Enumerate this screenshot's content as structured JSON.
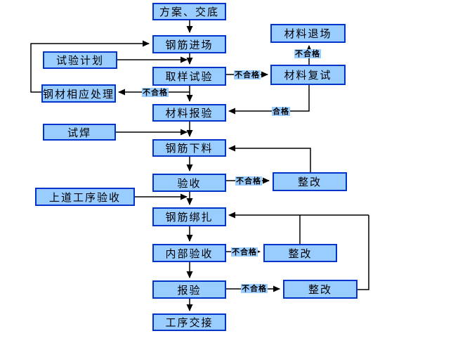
{
  "diagram": {
    "type": "flowchart",
    "description_language": "zh-CN",
    "colors": {
      "node_fill": "#99ccff",
      "node_border": "#0033cc",
      "label_bg": "#99ccff",
      "line": "#000000",
      "background": "#ffffff"
    },
    "nodes": {
      "plan": {
        "label": "方案、交底"
      },
      "rebar_entry": {
        "label": "钢筋进场"
      },
      "sampling_test": {
        "label": "取样试验"
      },
      "material_report": {
        "label": "材料报验"
      },
      "rebar_cutting": {
        "label": "钢筋下料"
      },
      "acceptance": {
        "label": "验收"
      },
      "rebar_binding": {
        "label": "钢筋绑扎"
      },
      "internal_acceptance": {
        "label": "内部验收"
      },
      "inspection_report": {
        "label": "报验"
      },
      "process_handover": {
        "label": "工序交接"
      },
      "test_plan": {
        "label": "试验计划"
      },
      "steel_handling": {
        "label": "钢材相应处理"
      },
      "trial_weld": {
        "label": "试焊"
      },
      "prev_process_acceptance": {
        "label": "上道工序验收"
      },
      "material_exit": {
        "label": "材料退场"
      },
      "material_retest": {
        "label": "材料复试"
      },
      "rectify_1": {
        "label": "整改"
      },
      "rectify_2": {
        "label": "整改"
      },
      "rectify_3": {
        "label": "整改"
      }
    },
    "edge_labels": {
      "sampling_to_retest": "不合格",
      "retest_to_exit": "不合格",
      "retest_to_report": "合格",
      "sampling_to_handling": "不合格",
      "acceptance_to_rectify": "不合格",
      "internal_to_rectify": "不合格",
      "report_to_rectify": "不合格"
    },
    "edges": [
      {
        "from": "plan",
        "to": "rebar_entry"
      },
      {
        "from": "rebar_entry",
        "to": "sampling_test"
      },
      {
        "from": "sampling_test",
        "to": "material_report"
      },
      {
        "from": "material_report",
        "to": "rebar_cutting"
      },
      {
        "from": "rebar_cutting",
        "to": "acceptance"
      },
      {
        "from": "acceptance",
        "to": "rebar_binding"
      },
      {
        "from": "rebar_binding",
        "to": "internal_acceptance"
      },
      {
        "from": "internal_acceptance",
        "to": "inspection_report"
      },
      {
        "from": "inspection_report",
        "to": "process_handover"
      },
      {
        "from": "test_plan",
        "to": "sampling_test"
      },
      {
        "from": "trial_weld",
        "to": "rebar_cutting"
      },
      {
        "from": "prev_process_acceptance",
        "to": "rebar_binding"
      },
      {
        "from": "sampling_test",
        "to": "material_retest",
        "label": "不合格"
      },
      {
        "from": "material_retest",
        "to": "material_exit",
        "label": "不合格"
      },
      {
        "from": "material_retest",
        "to": "material_report",
        "label": "合格"
      },
      {
        "from": "sampling_test",
        "to": "steel_handling",
        "label": "不合格"
      },
      {
        "from": "steel_handling",
        "to": "rebar_entry"
      },
      {
        "from": "acceptance",
        "to": "rectify_1",
        "label": "不合格"
      },
      {
        "from": "rectify_1",
        "to": "rebar_cutting"
      },
      {
        "from": "internal_acceptance",
        "to": "rectify_2",
        "label": "不合格"
      },
      {
        "from": "rectify_2",
        "to": "rebar_binding"
      },
      {
        "from": "inspection_report",
        "to": "rectify_3",
        "label": "不合格"
      },
      {
        "from": "rectify_3",
        "to": "rebar_binding"
      }
    ]
  }
}
